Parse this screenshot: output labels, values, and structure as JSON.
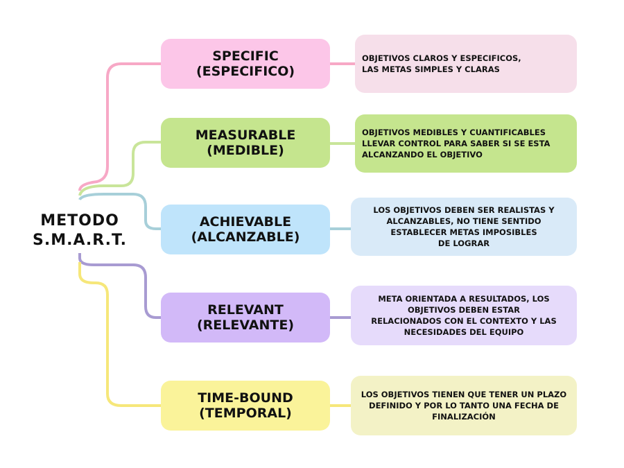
{
  "root": {
    "line1": "METODO",
    "line2": "S.M.A.R.T."
  },
  "criteria": [
    {
      "title": "SPECIFIC",
      "subtitle": "(ESPECIFICO)",
      "description": "OBJETIVOS  CLAROS  Y  ESPECIFICOS,\nLAS METAS SIMPLES Y CLARAS",
      "color": "#fcc6e8",
      "desc_color": "#f6dfea",
      "line_color": "#f7a8c6"
    },
    {
      "title": "MEASURABLE",
      "subtitle": "(MEDIBLE)",
      "description": "OBJETIVOS MEDIBLES Y CUANTIFICABLES\nLLEVAR CONTROL PARA SABER SI SE ESTA\nALCANZANDO EL OBJETIVO",
      "color": "#c5e58e",
      "desc_color": "#c5e58e",
      "line_color": "#c9e59a"
    },
    {
      "title": "ACHIEVABLE",
      "subtitle": "(ALCANZABLE)",
      "description": "LOS OBJETIVOS DEBEN SER REALISTAS Y\nALCANZABLES, NO TIENE SENTIDO\nESTABLECER METAS IMPOSIBLES\nDE LOGRAR",
      "color": "#bfe4fb",
      "desc_color": "#d9eaf8",
      "line_color": "#a7cfd9"
    },
    {
      "title": "RELEVANT",
      "subtitle": "(RELEVANTE)",
      "description": "META ORIENTADA A RESULTADOS, LOS\nOBJETIVOS DEBEN ESTAR\nRELACIONADOS CON EL CONTEXTO Y LAS\nNECESIDADES DEL EQUIPO",
      "color": "#d2b9f8",
      "desc_color": "#e6dbfb",
      "line_color": "#a89bd2"
    },
    {
      "title": "TIME-BOUND",
      "subtitle": "(TEMPORAL)",
      "description": "LOS OBJETIVOS TIENEN QUE TENER UN PLAZO\nDEFINIDO Y POR LO TANTO UNA FECHA DE\nFINALIZACIÓN",
      "color": "#faf39a",
      "desc_color": "#f3f2c6",
      "line_color": "#f6e77a"
    }
  ]
}
